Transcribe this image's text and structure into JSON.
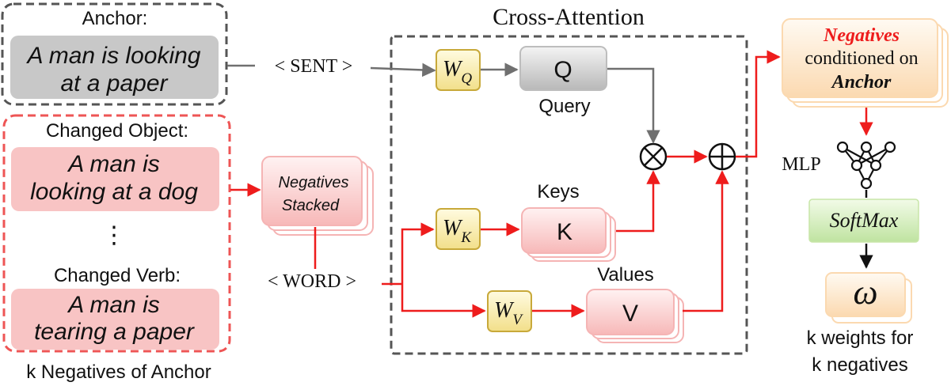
{
  "colors": {
    "red": "#ee1c1c",
    "gray": "#707070",
    "dashed_gray": "#555555",
    "dashed_red": "#ee5555",
    "anchor_box": "#c8c8c8",
    "negative_box": "#f8c4c4",
    "weight_box": "#f6d37a",
    "softmax_box": "#c8e6a8"
  },
  "anchor": {
    "title": "Anchor:",
    "sentence_line1": "A man is looking",
    "sentence_line2": "at a paper",
    "sent_token": "< SENT >"
  },
  "negatives": {
    "obj_title": "Changed Object:",
    "obj_line1": "A man is",
    "obj_line2": "looking at a dog",
    "ellipsis": "⋮",
    "verb_title": "Changed Verb:",
    "verb_line1": "A man is",
    "verb_line2": "tearing a paper",
    "caption": "k Negatives of Anchor",
    "stacked_line1": "Negatives",
    "stacked_line2": "Stacked",
    "word_token": "< WORD >"
  },
  "cross_attention": {
    "title": "Cross-Attention",
    "wq_main": "W",
    "wq_sub": "Q",
    "wk_main": "W",
    "wk_sub": "K",
    "wv_main": "W",
    "wv_sub": "V",
    "q_letter": "Q",
    "q_label": "Query",
    "k_letter": "K",
    "k_label": "Keys",
    "v_letter": "V",
    "v_label": "Values",
    "multiply_symbol": "⊗",
    "add_symbol": "⊕"
  },
  "output": {
    "negatives_word": "Negatives",
    "conditioned_on": "conditioned on",
    "anchor_word": "Anchor",
    "mlp_label": "MLP",
    "softmax_label": "SoftMax",
    "omega": "ω",
    "weights_line1": "k weights for",
    "weights_line2": "k negatives"
  }
}
